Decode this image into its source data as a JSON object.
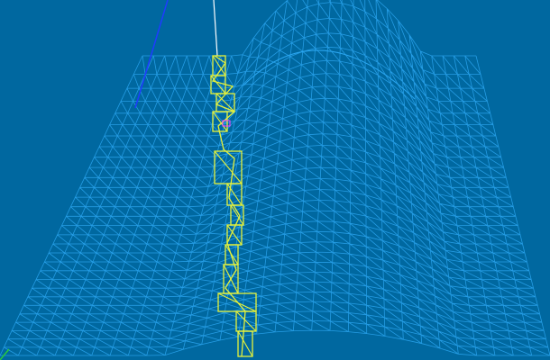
{
  "scene": {
    "background_color": "#0068a0",
    "mesh_color": "#2aa6f0",
    "overlay_color": "#e6f23a",
    "axis_x_color": "#ff2020",
    "axis_y_color": "#1e3cff",
    "axis_z_color": "#28c83c",
    "axis_w_color": "#ffffff",
    "marker_color": "#ff40ff",
    "mesh_rows": 30,
    "mesh_cols": 30,
    "overlay_segments": 24
  }
}
